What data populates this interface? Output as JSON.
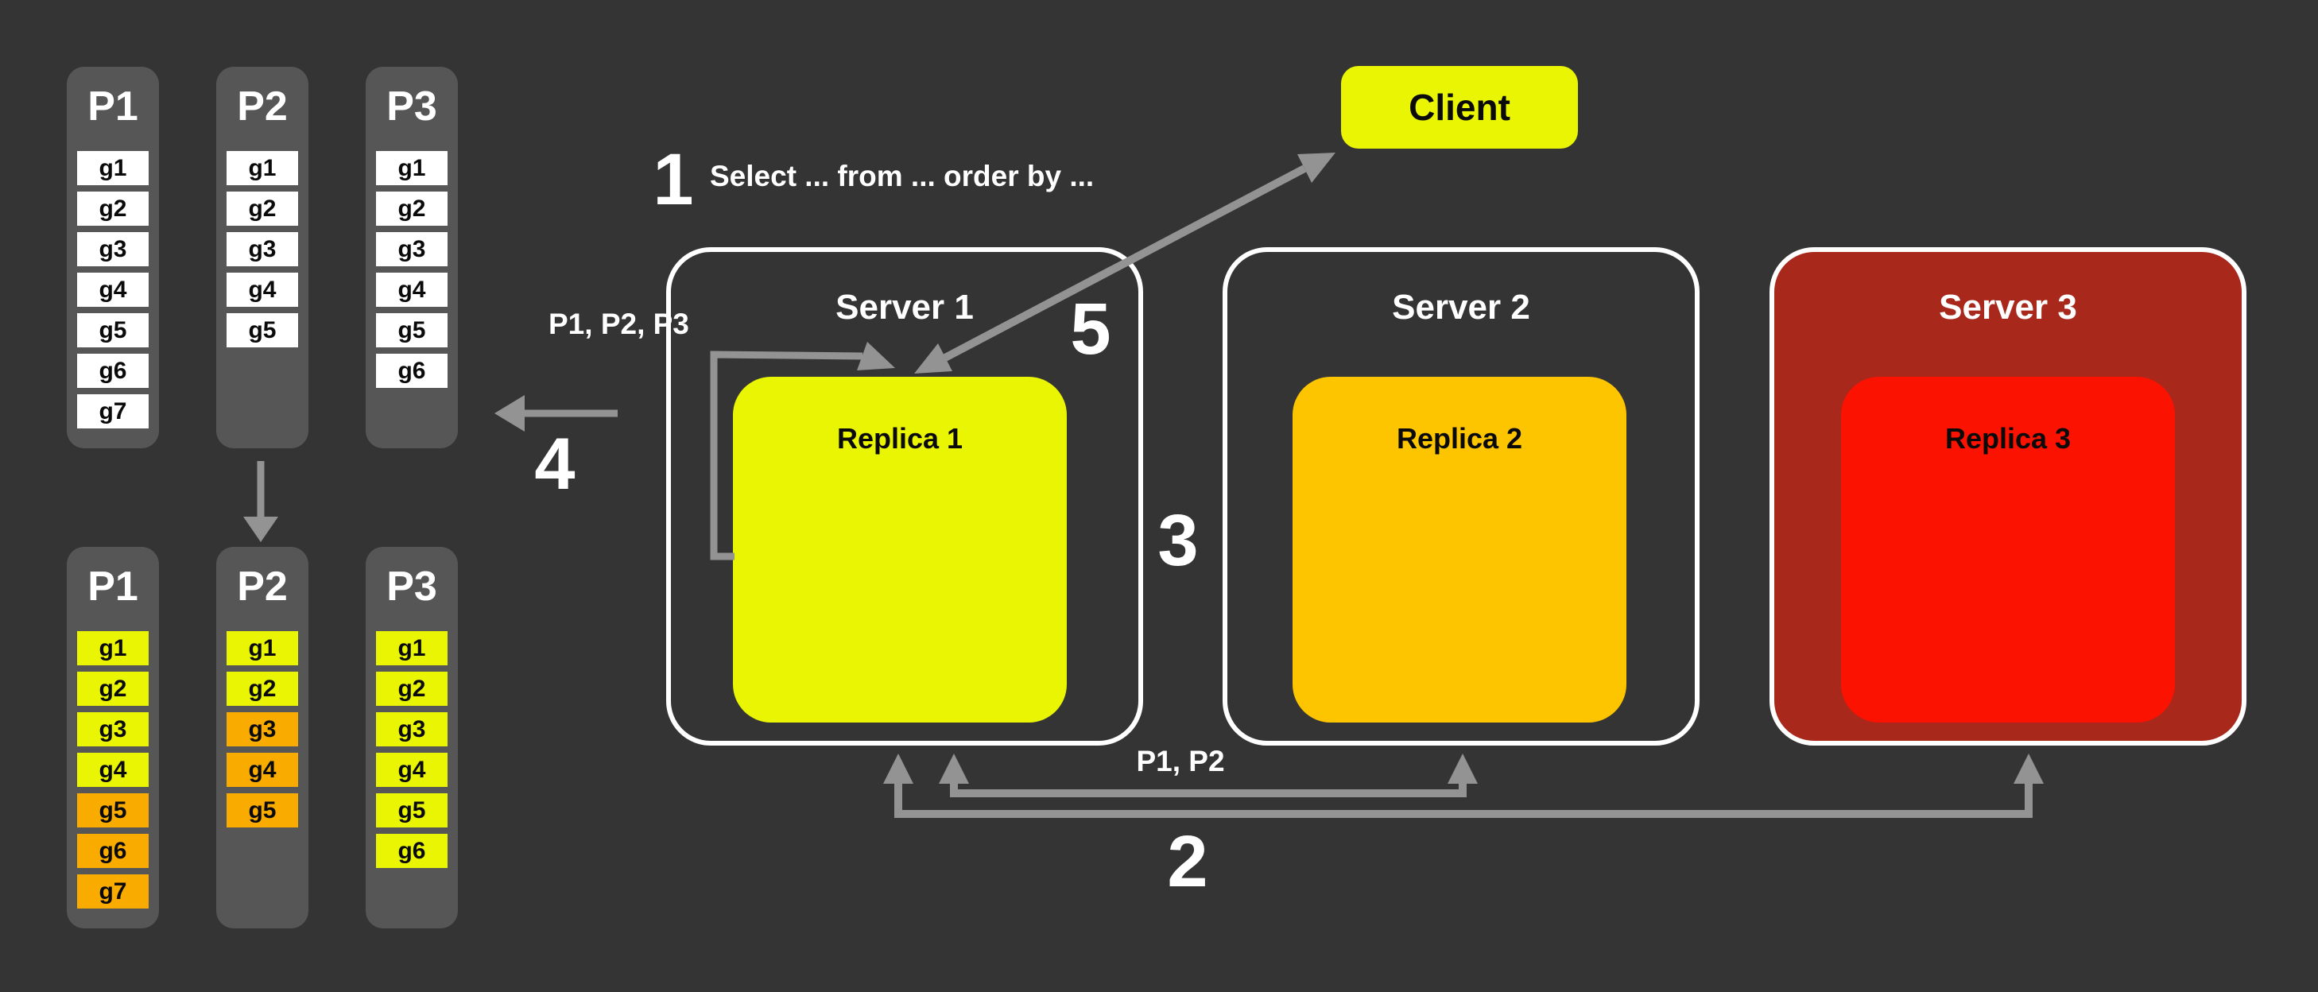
{
  "colors": {
    "background": "#343434",
    "column_bg": "#565656",
    "cell_white": "#ffffff",
    "yellow": "#e9f502",
    "orange": "#f9ab00",
    "golden": "#fdc500",
    "red": "#fb1200",
    "dark_red": "#a8281c",
    "arrow_gray": "#939393",
    "border_white": "#ffffff",
    "text_black": "#0a0a0a",
    "text_white": "#ffffff"
  },
  "partitions": {
    "before": [
      {
        "name": "P1",
        "cells": [
          {
            "label": "g1",
            "color": "cell_white"
          },
          {
            "label": "g2",
            "color": "cell_white"
          },
          {
            "label": "g3",
            "color": "cell_white"
          },
          {
            "label": "g4",
            "color": "cell_white"
          },
          {
            "label": "g5",
            "color": "cell_white"
          },
          {
            "label": "g6",
            "color": "cell_white"
          },
          {
            "label": "g7",
            "color": "cell_white"
          }
        ]
      },
      {
        "name": "P2",
        "cells": [
          {
            "label": "g1",
            "color": "cell_white"
          },
          {
            "label": "g2",
            "color": "cell_white"
          },
          {
            "label": "g3",
            "color": "cell_white"
          },
          {
            "label": "g4",
            "color": "cell_white"
          },
          {
            "label": "g5",
            "color": "cell_white"
          }
        ]
      },
      {
        "name": "P3",
        "cells": [
          {
            "label": "g1",
            "color": "cell_white"
          },
          {
            "label": "g2",
            "color": "cell_white"
          },
          {
            "label": "g3",
            "color": "cell_white"
          },
          {
            "label": "g4",
            "color": "cell_white"
          },
          {
            "label": "g5",
            "color": "cell_white"
          },
          {
            "label": "g6",
            "color": "cell_white"
          }
        ]
      }
    ],
    "after": [
      {
        "name": "P1",
        "cells": [
          {
            "label": "g1",
            "color": "yellow"
          },
          {
            "label": "g2",
            "color": "yellow"
          },
          {
            "label": "g3",
            "color": "yellow"
          },
          {
            "label": "g4",
            "color": "yellow"
          },
          {
            "label": "g5",
            "color": "orange"
          },
          {
            "label": "g6",
            "color": "orange"
          },
          {
            "label": "g7",
            "color": "orange"
          }
        ]
      },
      {
        "name": "P2",
        "cells": [
          {
            "label": "g1",
            "color": "yellow"
          },
          {
            "label": "g2",
            "color": "yellow"
          },
          {
            "label": "g3",
            "color": "orange"
          },
          {
            "label": "g4",
            "color": "orange"
          },
          {
            "label": "g5",
            "color": "orange"
          }
        ]
      },
      {
        "name": "P3",
        "cells": [
          {
            "label": "g1",
            "color": "yellow"
          },
          {
            "label": "g2",
            "color": "yellow"
          },
          {
            "label": "g3",
            "color": "yellow"
          },
          {
            "label": "g4",
            "color": "yellow"
          },
          {
            "label": "g5",
            "color": "yellow"
          },
          {
            "label": "g6",
            "color": "yellow"
          }
        ]
      }
    ]
  },
  "client": {
    "label": "Client"
  },
  "servers": [
    {
      "name": "Server 1",
      "replica": "Replica 1"
    },
    {
      "name": "Server 2",
      "replica": "Replica 2"
    },
    {
      "name": "Server 3",
      "replica": "Replica 3"
    }
  ],
  "steps": {
    "one": "1",
    "two": "2",
    "three": "3",
    "four": "4",
    "five": "5"
  },
  "annotations": {
    "query": "Select ... from ... order by ...",
    "partitions_to_leader": "P1, P2, P3",
    "partitions_scatter": "P1, P2"
  }
}
